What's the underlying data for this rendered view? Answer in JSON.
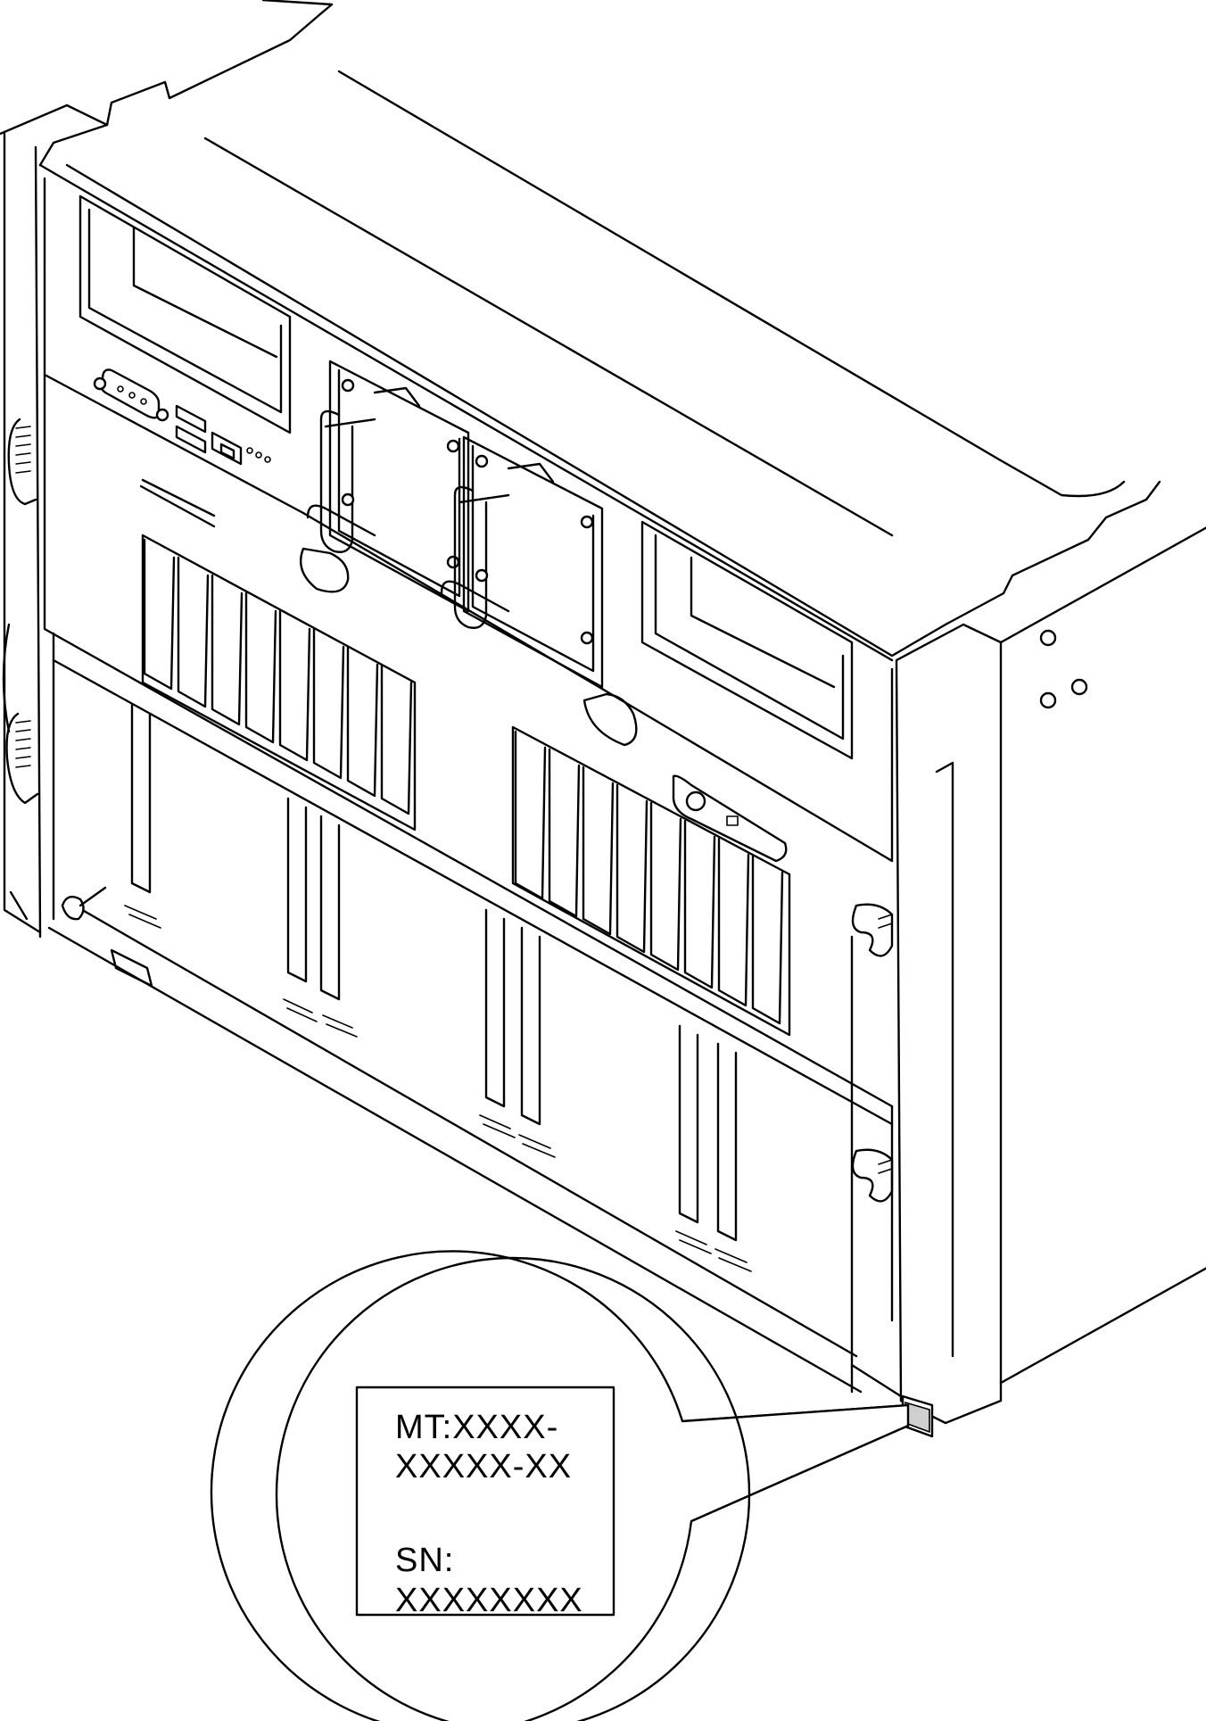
{
  "label": {
    "mt_line1": "MT:XXXX-",
    "mt_line2": "XXXXX-XX",
    "sn_line1": "SN:",
    "sn_line2": "XXXXXXXX"
  }
}
